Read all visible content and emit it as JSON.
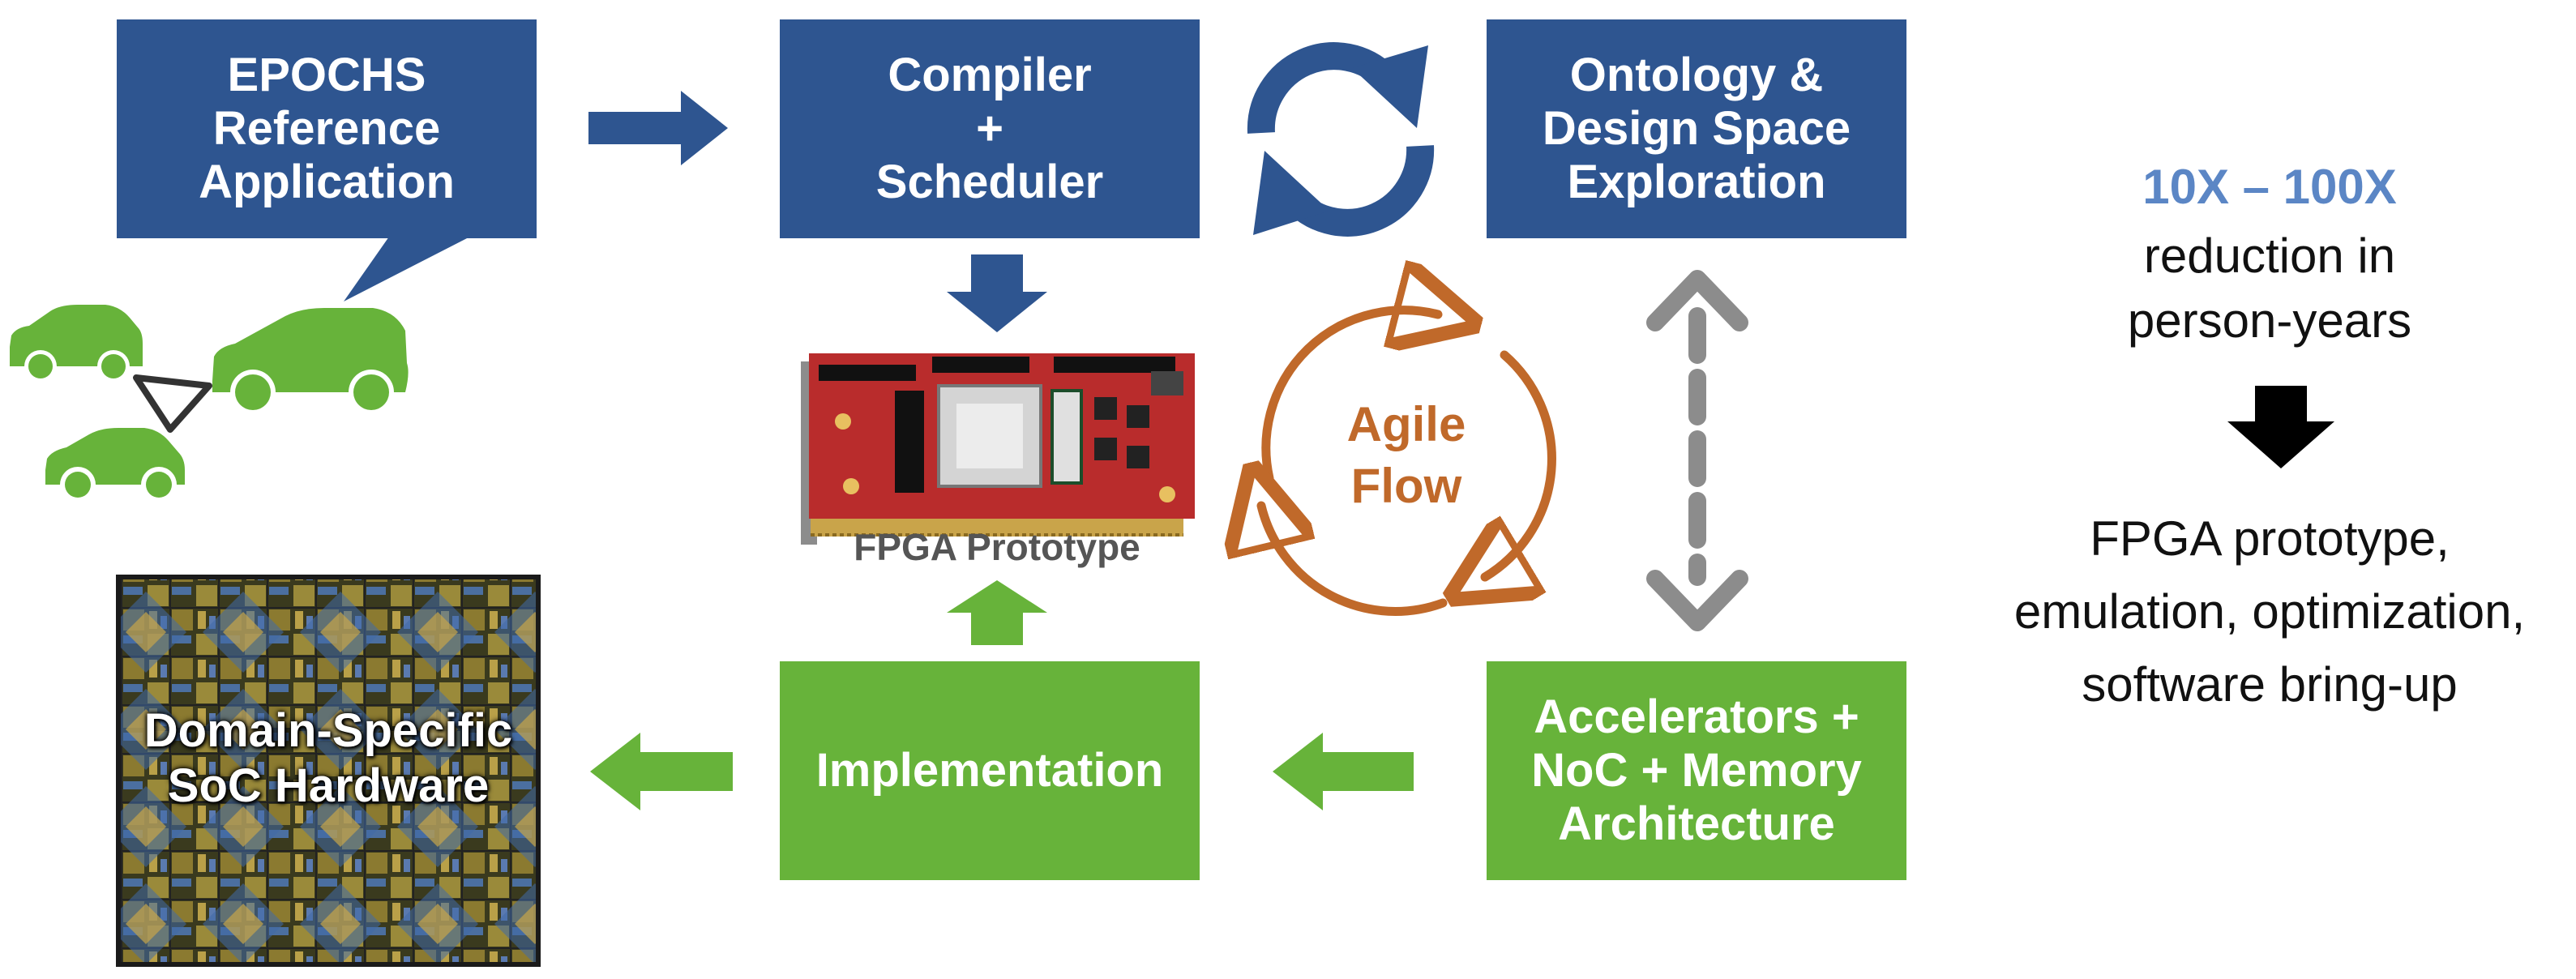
{
  "boxes": {
    "epochs": "EPOCHS\nReference\nApplication",
    "compiler": "Compiler\n+\nScheduler",
    "ontology": "Ontology &\nDesign Space\nExploration",
    "implementation": "Implementation",
    "accelerators": "Accelerators +\nNoC + Memory\nArchitecture",
    "soc": "Domain-Specific\nSoC Hardware"
  },
  "fpga_label": "FPGA Prototype",
  "agile_label": "Agile\nFlow",
  "side": {
    "headline": "10X – 100X",
    "subline": "reduction in\nperson-years",
    "outcome": "FPGA  prototype,\nemulation, optimization,\nsoftware bring-up"
  },
  "colors": {
    "blue": "#2e5590",
    "green": "#67b33a",
    "orange": "#c0692a",
    "gray": "#8c8c8c",
    "headline": "#5b86c5"
  }
}
